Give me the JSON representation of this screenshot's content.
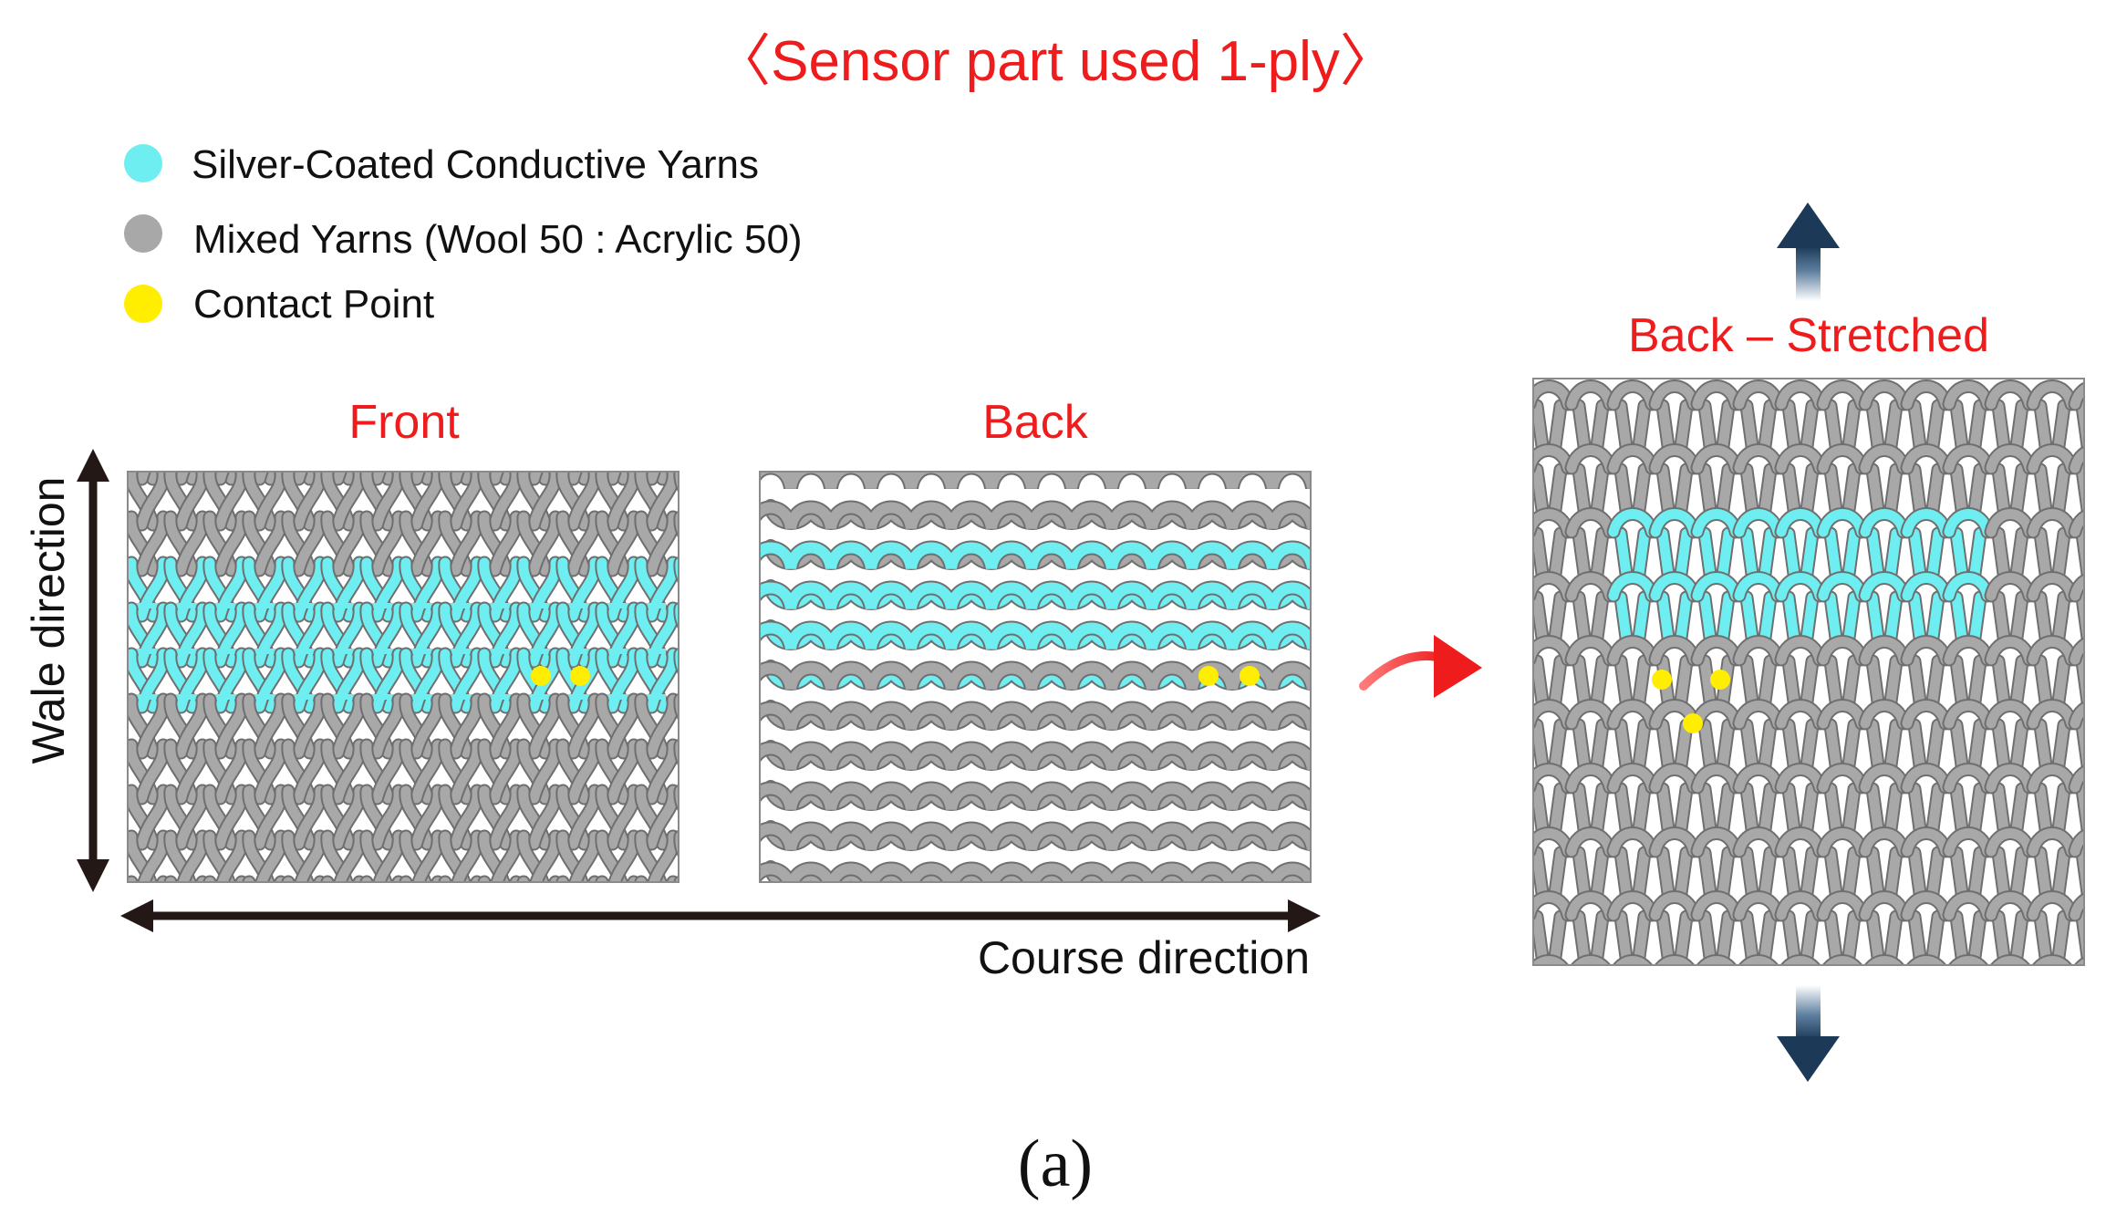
{
  "title": "〈Sensor part used 1-ply〉",
  "legend": [
    {
      "label": "Silver-Coated Conductive Yarns",
      "color": "#6feef2",
      "icon": "cyan-dot-icon"
    },
    {
      "label": "Mixed Yarns (Wool 50 : Acrylic 50)",
      "color": "#a8a8a8",
      "icon": "gray-dot-icon"
    },
    {
      "label": "Contact Point",
      "color": "#ffee00",
      "icon": "yellow-dot-icon"
    }
  ],
  "panels": {
    "front": {
      "label": "Front"
    },
    "back": {
      "label": "Back"
    },
    "stretched": {
      "label": "Back – Stretched"
    }
  },
  "axes": {
    "wale": "Wale direction",
    "course": "Course direction"
  },
  "caption": "(a)",
  "colors": {
    "title_red": "#ee1c1c",
    "conductive": "#6feef2",
    "mixed": "#a8a8a8",
    "mixed_dark": "#6f6f6f",
    "contact": "#ffee00",
    "axis_arrow": "#231815",
    "stretch_arrow": "#1f3f5f"
  },
  "icons": [
    "course-arrow-icon",
    "wale-arrow-icon",
    "curved-arrow-icon",
    "stretch-up-arrow-icon",
    "stretch-down-arrow-icon"
  ]
}
